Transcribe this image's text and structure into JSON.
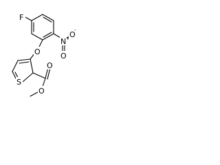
{
  "molecule": {
    "atoms": {
      "fluorine": "F",
      "nitro_nitrogen": "N",
      "nitro_charge": "+",
      "nitro_oxygen_1": "O",
      "nitro_oxygen_2": "O",
      "nitro_oxygen_charge": "-",
      "ether_oxygen": "O",
      "thiophene_sulfur": "S",
      "carbonyl_oxygen": "O",
      "ester_oxygen": "O"
    }
  }
}
